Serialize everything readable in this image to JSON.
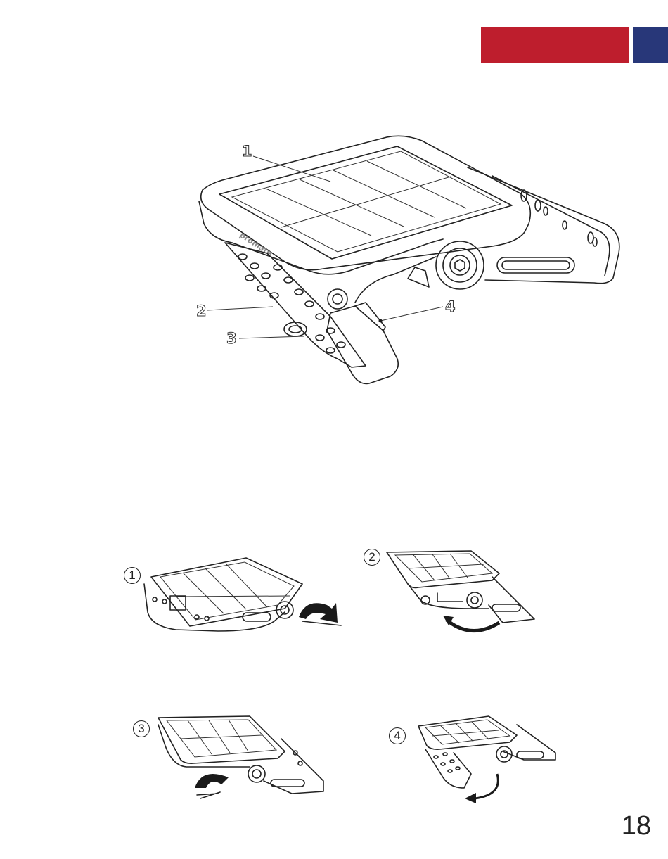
{
  "header": {
    "accent_red": "#BE1E2D",
    "accent_blue": "#283779"
  },
  "product_diagram": {
    "brand_logo": "promate",
    "callouts": [
      "1",
      "2",
      "3",
      "4"
    ]
  },
  "mounting_steps": [
    {
      "number": "1"
    },
    {
      "number": "2"
    },
    {
      "number": "3"
    },
    {
      "number": "4"
    }
  ],
  "page_number": "18"
}
